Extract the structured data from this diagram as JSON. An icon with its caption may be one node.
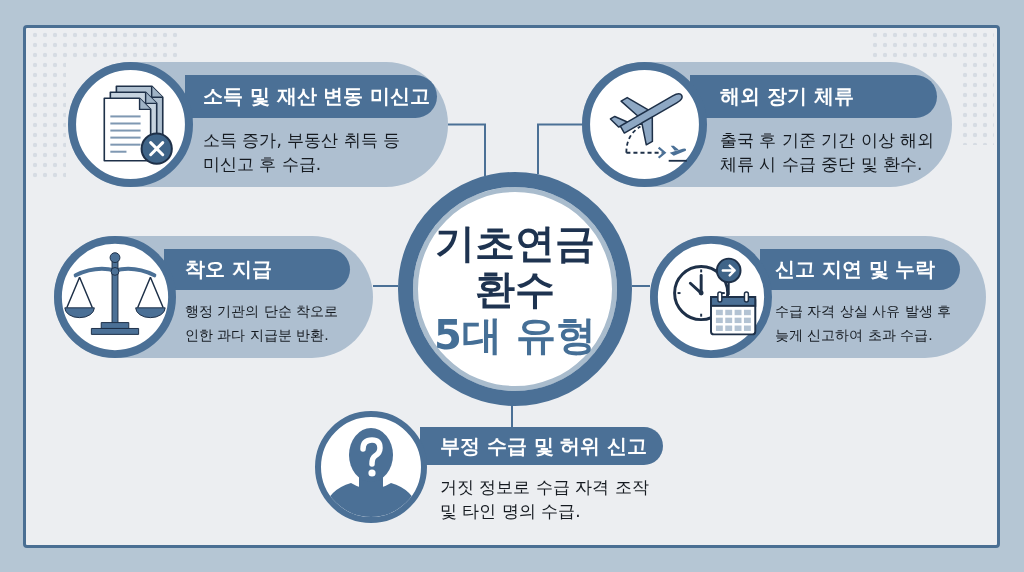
{
  "diagram": {
    "nodes": [
      {
        "text": [
          "기초연금 환수",
          "5대 유형"
        ]
      },
      {
        "text": [
          "소득 및 재산 변동 미신고",
          "소득 증가, 부동산 취득 등 미신고 후 수급."
        ]
      },
      {
        "text": [
          "해외 장기 체류",
          "출국 후 기준 기간 이상 해외 체류 시 수급 중단 및 환수."
        ]
      },
      {
        "text": [
          "착오 지급",
          "행정 기관의 단순 착오로 인한 과다 지급분 반환."
        ]
      },
      {
        "text": [
          "신고 지연 및 누락",
          "수급 자격 상실 사유 발생 후 늦게 신고하여 초과 수급."
        ]
      },
      {
        "text": [
          "부정 수급 및 허위 신고",
          "거짓 정보로 수급 자격 조작 및 타인 명의 수급."
        ]
      }
    ],
    "edges": [
      {
        "from": 0,
        "to": 1,
        "arrow": "none"
      },
      {
        "from": 0,
        "to": 2,
        "arrow": "none"
      },
      {
        "from": 0,
        "to": 3,
        "arrow": "none"
      },
      {
        "from": 0,
        "to": 4,
        "arrow": "none"
      },
      {
        "from": 0,
        "to": 5,
        "arrow": "none"
      }
    ]
  }
}
